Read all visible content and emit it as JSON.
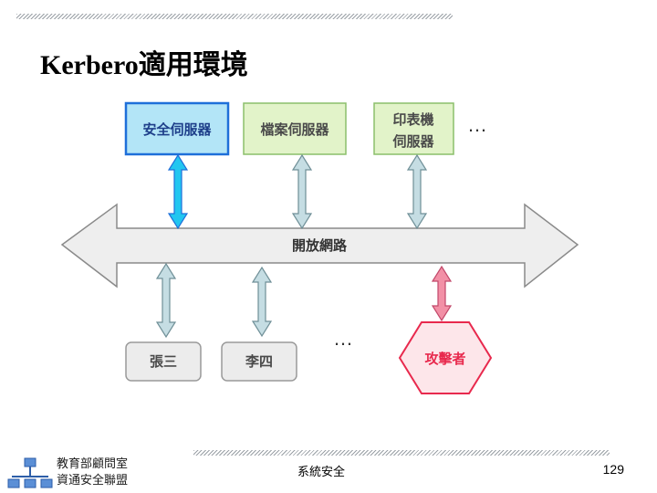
{
  "slide": {
    "title": "Kerbero適用環境",
    "footer_center": "系統安全",
    "page_number": "129"
  },
  "logo": {
    "line1": "教育部顧問室",
    "line2": "資通安全聯盟"
  },
  "diagram": {
    "network_label": "開放網路",
    "ellipsis": "…",
    "top_nodes": [
      {
        "lines": [
          "安全伺服器"
        ],
        "fill": "#b3e5f7",
        "stroke": "#1e6fd9"
      },
      {
        "lines": [
          "檔案伺服器"
        ],
        "fill": "#e2f3c9",
        "stroke": "#8bbf6b"
      },
      {
        "lines": [
          "印表機",
          "伺服器"
        ],
        "fill": "#e2f3c9",
        "stroke": "#8bbf6b"
      }
    ],
    "bottom_nodes": [
      {
        "lines": [
          "張三"
        ],
        "fill": "#ececec",
        "stroke": "#9a9a9a"
      },
      {
        "lines": [
          "李四"
        ],
        "fill": "#ececec",
        "stroke": "#9a9a9a"
      }
    ],
    "attacker": {
      "label": "攻擊者",
      "fill": "#fde6ea",
      "stroke": "#e8294d",
      "text_color": "#e8294d"
    },
    "colors": {
      "node_text": "#4a4a4a",
      "security_text": "#1e3f8a",
      "network_fill": "#eeeeee",
      "network_stroke": "#8a8a8a",
      "arrow_security": "#22c6f0",
      "arrow_normal": "#c5dde3",
      "arrow_attacker": "#f290a6"
    }
  }
}
